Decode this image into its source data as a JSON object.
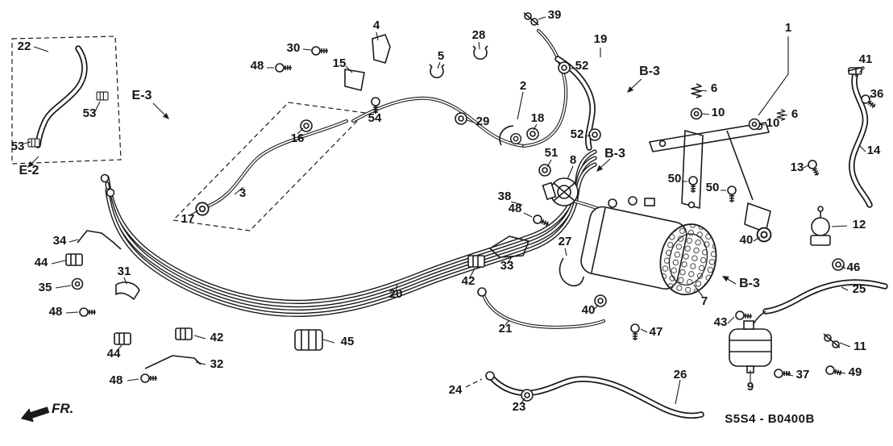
{
  "diagram_code": "S5S4 - B0400B",
  "fr_label": "FR.",
  "sections": {
    "e2": "E-2",
    "e3": "E-3",
    "b3": "B-3"
  },
  "part_numbers": {
    "1": "1",
    "2": "2",
    "3": "3",
    "4": "4",
    "5": "5",
    "6": "6",
    "7": "7",
    "8": "8",
    "9": "9",
    "10": "10",
    "11": "11",
    "12": "12",
    "13": "13",
    "14": "14",
    "15": "15",
    "16": "16",
    "17": "17",
    "18": "18",
    "19": "19",
    "20": "20",
    "21": "21",
    "22": "22",
    "23": "23",
    "24": "24",
    "25": "25",
    "26": "26",
    "27": "27",
    "28": "28",
    "29": "29",
    "30": "30",
    "31": "31",
    "32": "32",
    "33": "33",
    "34": "34",
    "35": "35",
    "36": "36",
    "37": "37",
    "38": "38",
    "39": "39",
    "40": "40",
    "41": "41",
    "42": "42",
    "43": "43",
    "44": "44",
    "45": "45",
    "46": "46",
    "47": "47",
    "48": "48",
    "49": "49",
    "50": "50",
    "51": "51",
    "52": "52",
    "53": "53",
    "54": "54"
  },
  "colors": {
    "line": "#1a1a1a",
    "background": "#ffffff"
  }
}
